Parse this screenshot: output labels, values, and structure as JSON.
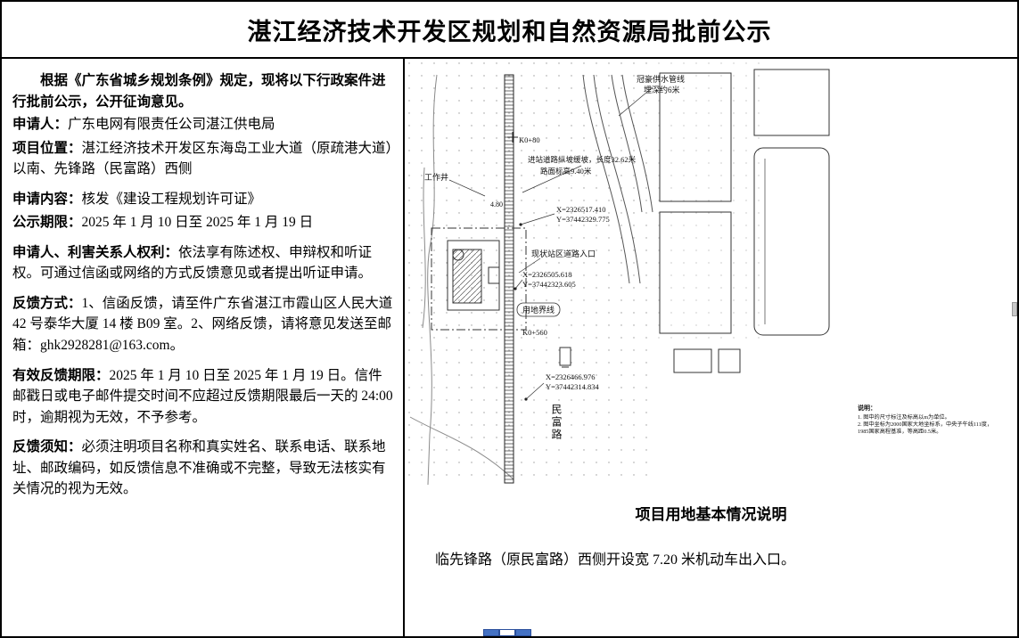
{
  "title": "湛江经济技术开发区规划和自然资源局批前公示",
  "left": {
    "intro": "根据《广东省城乡规划条例》规定，现将以下行政案件进行批前公示，公开征询意见。",
    "paragraphs": [
      {
        "label": "申请人：",
        "text": "广东电网有限责任公司湛江供电局"
      },
      {
        "label": "项目位置：",
        "text": "湛江经济技术开发区东海岛工业大道（原疏港大道）以南、先锋路（民富路）西侧"
      },
      {
        "label": "申请内容：",
        "text": "核发《建设工程规划许可证》"
      },
      {
        "label": "公示期限：",
        "text": "2025 年 1 月 10 日至 2025 年 1 月 19 日"
      },
      {
        "label": "申请人、利害关系人权利：",
        "text": "依法享有陈述权、申辩权和听证权。可通过信函或网络的方式反馈意见或者提出听证申请。"
      },
      {
        "label": "反馈方式：",
        "text": "1、信函反馈，请至件广东省湛江市霞山区人民大道 42 号泰华大厦 14 楼 B09 室。2、网络反馈，请将意见发送至邮箱：ghk2928281@163.com。"
      },
      {
        "label": "有效反馈期限：",
        "text": "2025 年 1 月 10 日至 2025 年 1 月 19 日。信件邮戳日或电子邮件提交时间不应超过反馈期限最后一天的 24:00 时，逾期视为无效，不予参考。"
      },
      {
        "label": "反馈须知：",
        "text": "必须注明项目名称和真实姓名、联系电话、联系地址、邮政编码，如反馈信息不准确或不完整，导致无法核实有关情况的视为无效。"
      }
    ]
  },
  "plan": {
    "labels": {
      "water_line": "冠豪供水管线",
      "water_depth": "埋深约6米",
      "k0_80": "K0+80",
      "slope": "进站道路纵坡缓坡，长度32.62米",
      "elevation": "路面标高9.40米",
      "num_480": "4.80",
      "work_well": "工作井",
      "coord1_x": "X=2326517.410",
      "coord1_y": "Y=37442329.775",
      "entrance": "现状站区道路入口",
      "coord2_x": "X=2326505.618",
      "coord2_y": "Y=37442323.605",
      "boundary": "用地界线",
      "k0_560": "K0+560",
      "coord3_x": "X=2326466.976",
      "coord3_y": "Y=37442314.834",
      "road_name": "民富路",
      "notes_title": "说明：",
      "note1": "1. 图中的尺寸标注及标高以m为单位。",
      "note2": "2. 图中坐标为2000国家大地坐标系，中央子午线111度，",
      "note3": "1985国家高程基准，等高距0.5米。"
    },
    "caption": "项目用地基本情况说明",
    "description": "临先锋路（原民富路）西侧开设宽 7.20 米机动车出入口。"
  }
}
